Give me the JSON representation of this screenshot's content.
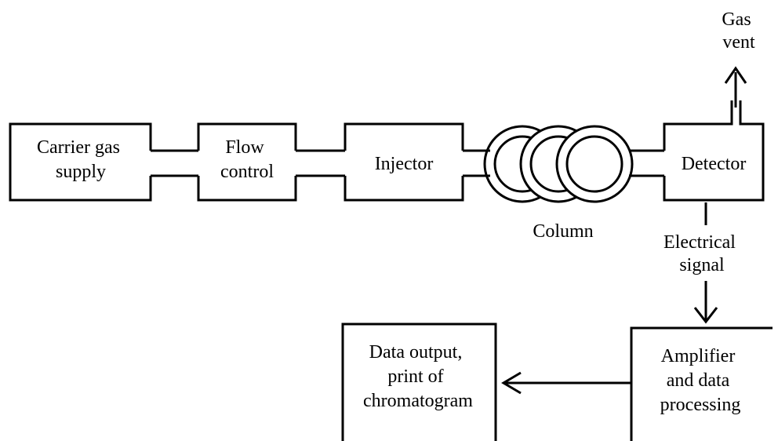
{
  "labels": {
    "carrier_gas_supply": [
      "Carrier gas",
      "supply"
    ],
    "flow_control": [
      "Flow",
      "control"
    ],
    "injector": [
      "Injector"
    ],
    "column": [
      "Column"
    ],
    "detector": [
      "Detector"
    ],
    "gas_vent": [
      "Gas",
      "vent"
    ],
    "electrical_signal": [
      "Electrical",
      "signal"
    ],
    "amplifier": [
      "Amplifier",
      "and data",
      "processing"
    ],
    "data_output": [
      "Data output,",
      "print of",
      "chromatogram"
    ]
  }
}
